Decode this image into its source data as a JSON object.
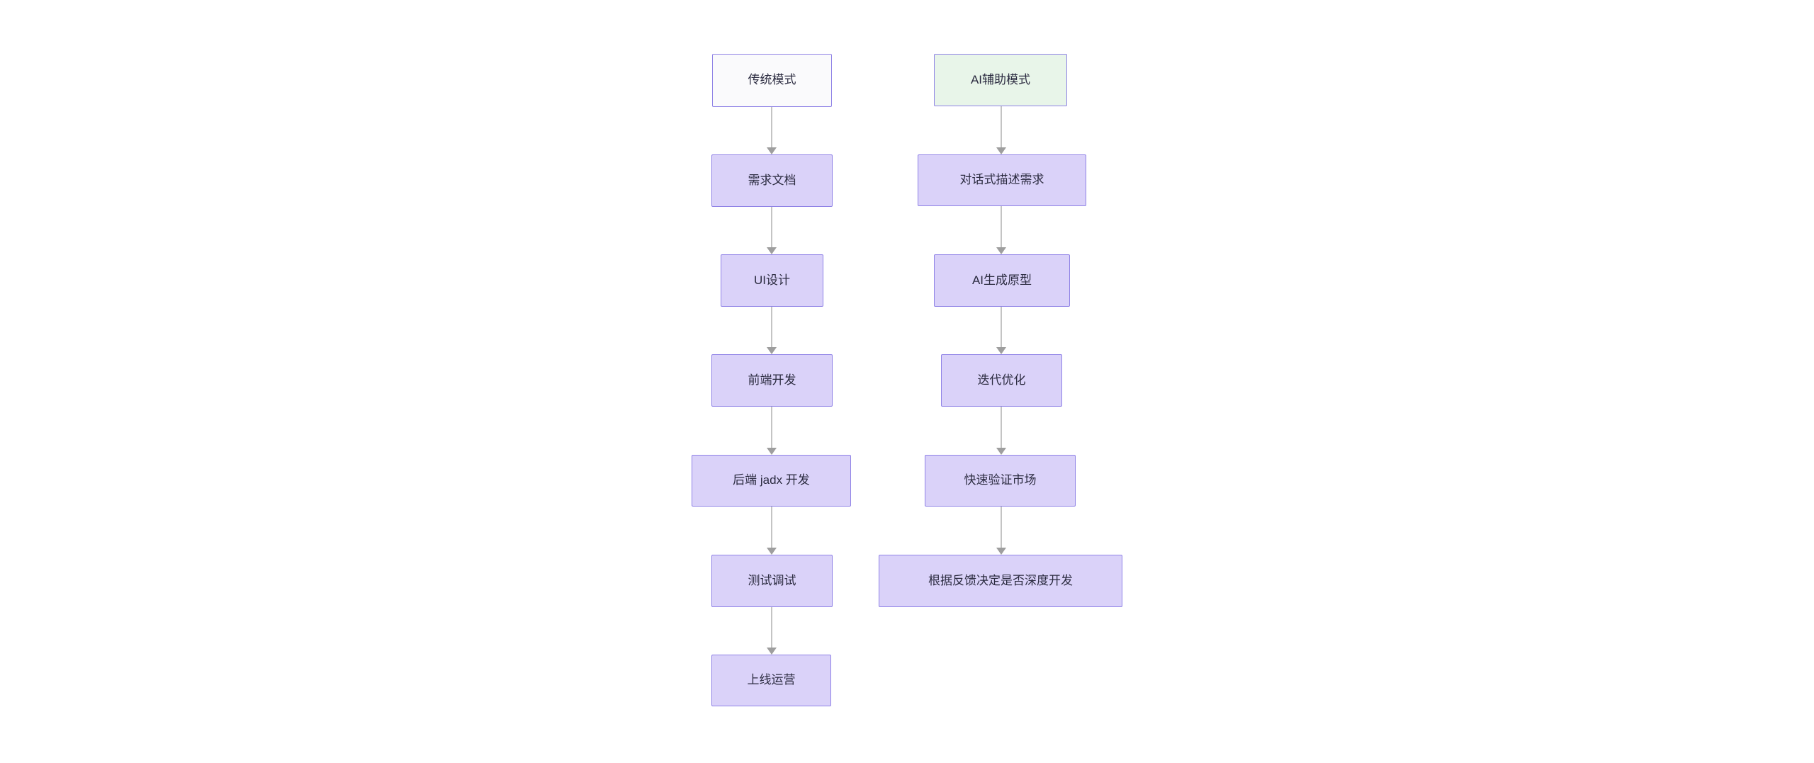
{
  "diagram": {
    "type": "flowchart",
    "direction": "top-down",
    "columns": {
      "traditional": {
        "header": "传统模式",
        "steps": [
          "需求文档",
          "UI设计",
          "前端开发",
          "后端 jadx 开发",
          "测试调试",
          "上线运营"
        ]
      },
      "ai": {
        "header": "AI辅助模式",
        "steps": [
          "对话式描述需求",
          "AI生成原型",
          "迭代优化",
          "快速验证市场",
          "根据反馈决定是否深度开发"
        ]
      }
    },
    "edges": {
      "traditional": [
        [
          "传统模式",
          "需求文档"
        ],
        [
          "需求文档",
          "UI设计"
        ],
        [
          "UI设计",
          "前端开发"
        ],
        [
          "前端开发",
          "后端 jadx 开发"
        ],
        [
          "后端 jadx 开发",
          "测试调试"
        ],
        [
          "测试调试",
          "上线运营"
        ]
      ],
      "ai": [
        [
          "AI辅助模式",
          "对话式描述需求"
        ],
        [
          "对话式描述需求",
          "AI生成原型"
        ],
        [
          "AI生成原型",
          "迭代优化"
        ],
        [
          "迭代优化",
          "快速验证市场"
        ],
        [
          "快速验证市场",
          "根据反馈决定是否深度开发"
        ]
      ]
    },
    "colors": {
      "background": "#ffffff",
      "node_fill": "#dad2f9",
      "node_border": "#8f82e6",
      "header_traditional_fill": "#fafafc",
      "header_ai_fill": "#e8f5e9",
      "edge_line": "#c4c4c4",
      "arrow_head": "#9e9e9e",
      "text": "#2b2b40"
    }
  }
}
